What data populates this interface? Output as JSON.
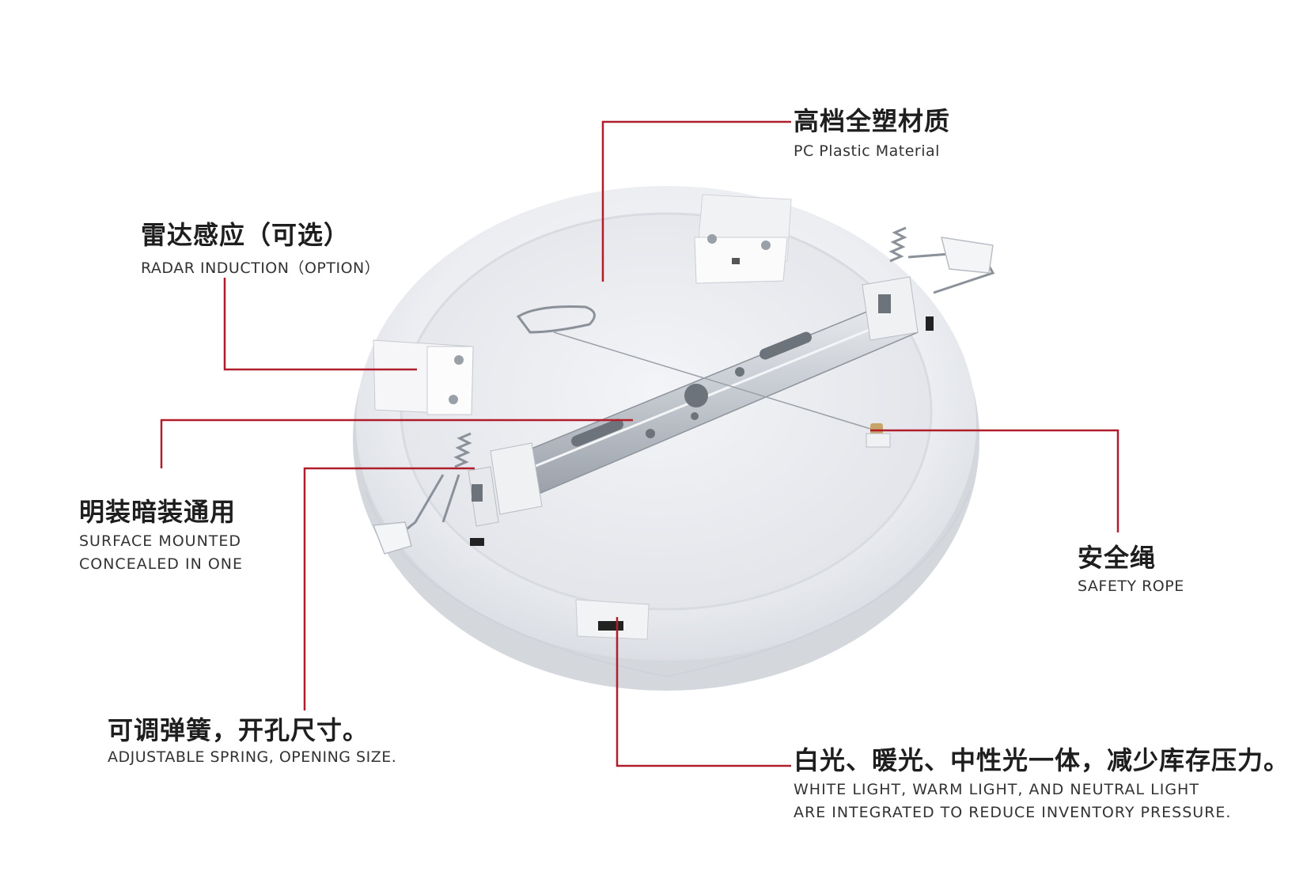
{
  "colors": {
    "callout_line": "#b01e2b",
    "background": "#ffffff"
  },
  "callouts": {
    "pc_plastic": {
      "zh": "高档全塑材质",
      "en": "PC Plastic Material"
    },
    "radar": {
      "zh": "雷达感应（可选）",
      "en": "RADAR INDUCTION（OPTION）"
    },
    "surface": {
      "zh": "明装暗装通用",
      "en_line1": "SURFACE MOUNTED",
      "en_line2": "CONCEALED IN ONE"
    },
    "safety_rope": {
      "zh": "安全绳",
      "en": "SAFETY ROPE"
    },
    "spring": {
      "zh": "可调弹簧，开孔尺寸。",
      "en": "ADJUSTABLE SPRING, OPENING SIZE."
    },
    "light": {
      "zh": "白光、暖光、中性光一体，减少库存压力。",
      "en_line1": "WHITE LIGHT, WARM LIGHT, AND NEUTRAL LIGHT",
      "en_line2": "ARE INTEGRATED TO REDUCE INVENTORY PRESSURE."
    }
  },
  "icons": [
    "led-panel-product-photo",
    "mounting-bracket",
    "spring-clip",
    "safety-rope-hook"
  ]
}
